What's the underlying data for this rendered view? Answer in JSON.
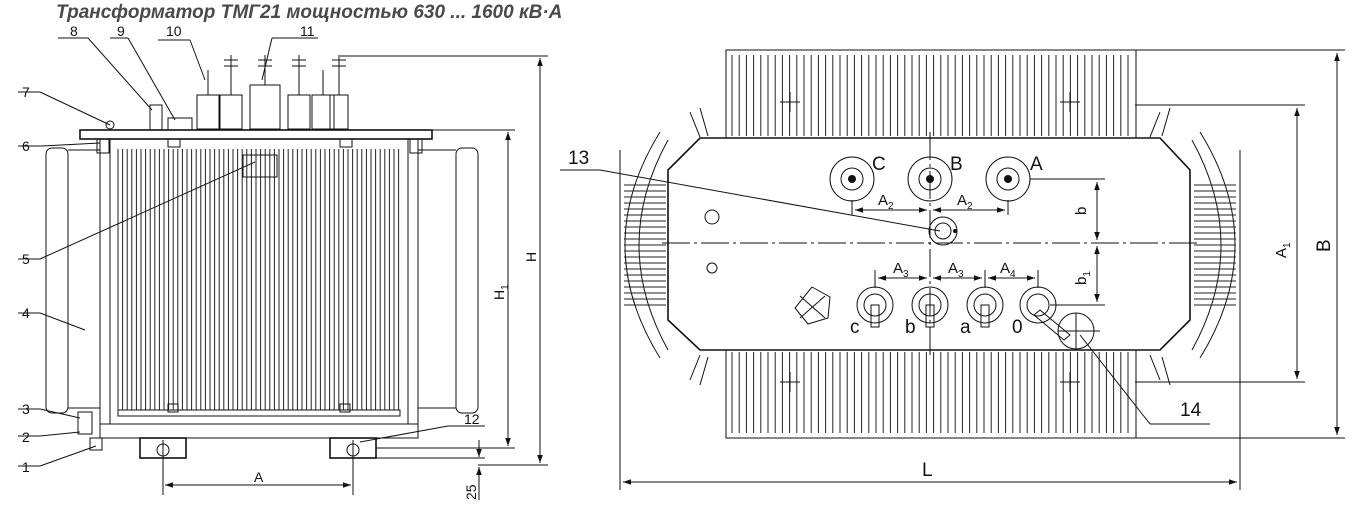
{
  "title": "Трансформатор ТМГ21 мощностью 630 ... 1600 кВ·А",
  "side_view": {
    "callouts": [
      "1",
      "2",
      "3",
      "4",
      "5",
      "6",
      "7",
      "8",
      "9",
      "10",
      "11",
      "12"
    ],
    "dimensions": {
      "A": "A",
      "H": "H",
      "H1": "H",
      "H1_sub": "1",
      "clearance": "25"
    }
  },
  "top_view": {
    "callouts": [
      "13",
      "14"
    ],
    "hv_terminals": [
      "C",
      "B",
      "A"
    ],
    "lv_terminals": [
      "c",
      "b",
      "a",
      "0"
    ],
    "dimensions": {
      "A2": "A",
      "A2_sub": "2",
      "A3": "A",
      "A3_sub": "3",
      "A4": "A",
      "A4_sub": "4",
      "b": "b",
      "b1": "b",
      "b1_sub": "1",
      "A1": "A",
      "A1_sub": "1",
      "B": "B",
      "L": "L"
    }
  }
}
